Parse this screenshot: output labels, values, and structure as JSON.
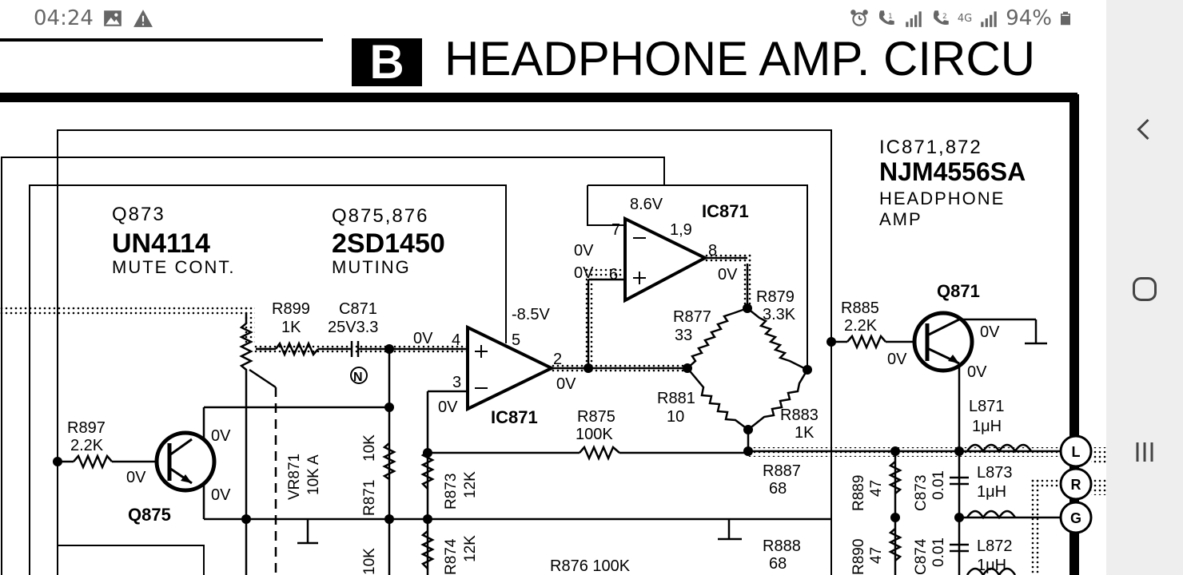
{
  "status_bar": {
    "time": "04:24",
    "battery_percent": "94%",
    "network_label": "4G",
    "icons_left": [
      "gallery-icon",
      "warning-icon"
    ],
    "icons_right": [
      "alarm-icon",
      "wifi-call-1-icon",
      "signal-1-icon",
      "wifi-call-2-icon",
      "signal-2-icon",
      "battery-icon"
    ]
  },
  "navigation_bar": {
    "buttons": [
      "back-icon",
      "home-icon",
      "recents-icon"
    ]
  },
  "schematic": {
    "section_letter": "B",
    "section_title": "HEADPHONE AMP. CIRCU",
    "blocks": {
      "ic_ref": "IC871,872",
      "ic_part": "NJM4556SA",
      "ic_desc_1": "HEADPHONE",
      "ic_desc_2": "AMP",
      "q873_ref": "Q873",
      "q873_part": "UN4114",
      "q873_desc": "MUTE CONT.",
      "q875_876_ref": "Q875,876",
      "q875_876_part": "2SD1450",
      "q875_876_desc": "MUTING"
    },
    "labels": {
      "r899": "R899",
      "r899_val": "1K",
      "c871": "C871",
      "c871_val": "25V3.3",
      "n_mark": "N",
      "v_0v_a": "0V",
      "pin4": "4",
      "pin5": "5",
      "pin3": "3",
      "pin2": "2",
      "v_m85": "-8.5V",
      "v_0v_pin2": "0V",
      "v_0v_pin3": "0V",
      "ic871_lower": "IC871",
      "v_86": "8.6V",
      "ic871_upper": "IC871",
      "pin7": "7",
      "pin19": "1,9",
      "pin8": "8",
      "pin6": "6",
      "v_0v_top1": "0V",
      "v_0v_top2": "0V",
      "v_0v_out": "0V",
      "r879": "R879",
      "r879_val": "3.3K",
      "r877": "R877",
      "r877_val": "33",
      "r881": "R881",
      "r881_val": "10",
      "r883": "R883",
      "r883_val": "1K",
      "r875": "R875",
      "r875_val": "100K",
      "r887": "R887",
      "r887_val": "68",
      "r885": "R885",
      "r885_val": "2.2K",
      "q871": "Q871",
      "v_0v_q871_b": "0V",
      "v_0v_q871_c": "0V",
      "v_0v_q871_e": "0V",
      "l871": "L871",
      "l871_val": "1μH",
      "l873": "L873",
      "l873_val": "1μH",
      "l872": "L872",
      "l872_val": "1μH",
      "r889": "R889",
      "r889_val": "47",
      "c873": "C873",
      "c873_val": "0.01",
      "r890": "R890",
      "r890_val": "47",
      "c874": "C874",
      "c874_val": "0.01",
      "r888": "R888",
      "r888_val": "68",
      "r876": "R876 100K",
      "r897": "R897",
      "r897_val": "2.2K",
      "v_0v_q875_b": "0V",
      "v_0v_q875_c": "0V",
      "v_0v_q875_e": "0V",
      "q875": "Q875",
      "vr871": "VR871",
      "vr871_val": "10K A",
      "r871": "R871",
      "r871_val": "10K",
      "r873": "R873",
      "r873_val": "12K",
      "r874": "R874",
      "r874_val": "12K",
      "r872_val": "10K",
      "jack_l": "L",
      "jack_r": "R",
      "jack_g": "G"
    }
  }
}
